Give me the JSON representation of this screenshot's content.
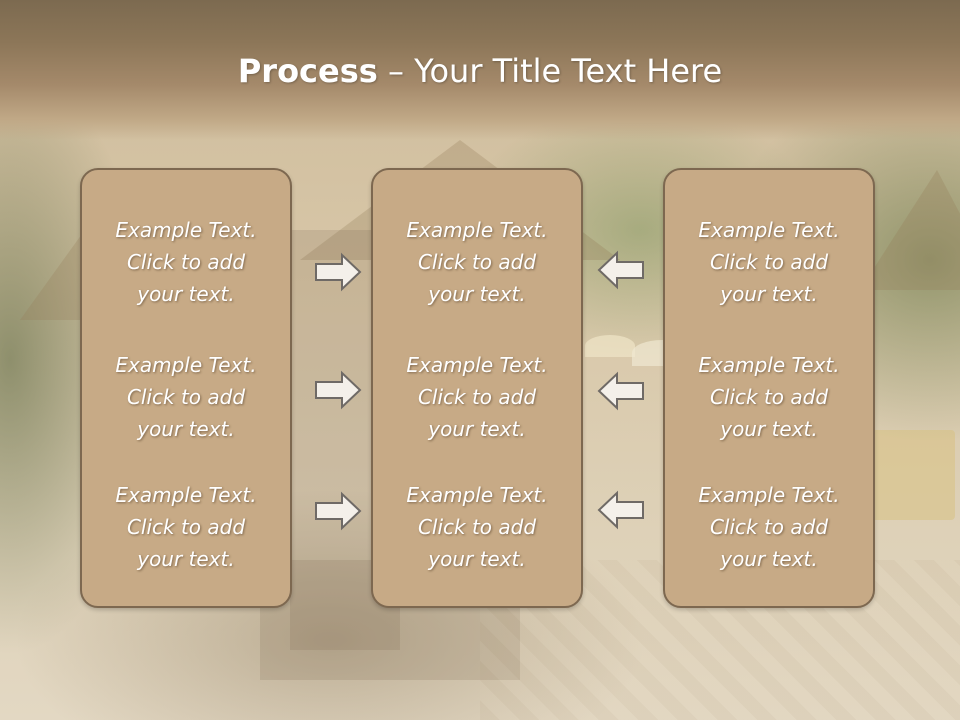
{
  "slide": {
    "title_bold": "Process",
    "title_rest": " – Your Title Text Here"
  },
  "columns": [
    {
      "items": [
        {
          "line1": "Example Text.",
          "line2": "Click  to add",
          "line3": "your text."
        },
        {
          "line1": "Example Text.",
          "line2": "Click  to add",
          "line3": "your text."
        },
        {
          "line1": "Example Text.",
          "line2": "Click  to add",
          "line3": "your text."
        }
      ]
    },
    {
      "items": [
        {
          "line1": "Example Text.",
          "line2": "Click  to add",
          "line3": "your text."
        },
        {
          "line1": "Example Text.",
          "line2": "Click  to add",
          "line3": "your text."
        },
        {
          "line1": "Example Text.",
          "line2": "Click  to add",
          "line3": "your text."
        }
      ]
    },
    {
      "items": [
        {
          "line1": "Example Text.",
          "line2": "Click  to add",
          "line3": "your text."
        },
        {
          "line1": "Example Text.",
          "line2": "Click  to add",
          "line3": "your text."
        },
        {
          "line1": "Example Text.",
          "line2": "Click  to add",
          "line3": "your text."
        }
      ]
    }
  ],
  "arrows": {
    "left_group": "arrow-right-icon",
    "right_group": "arrow-left-icon"
  },
  "colors": {
    "box_fill": "#c7aa86",
    "box_border": "#7d6850",
    "title_band": "#8c7658",
    "text": "#ffffff"
  }
}
